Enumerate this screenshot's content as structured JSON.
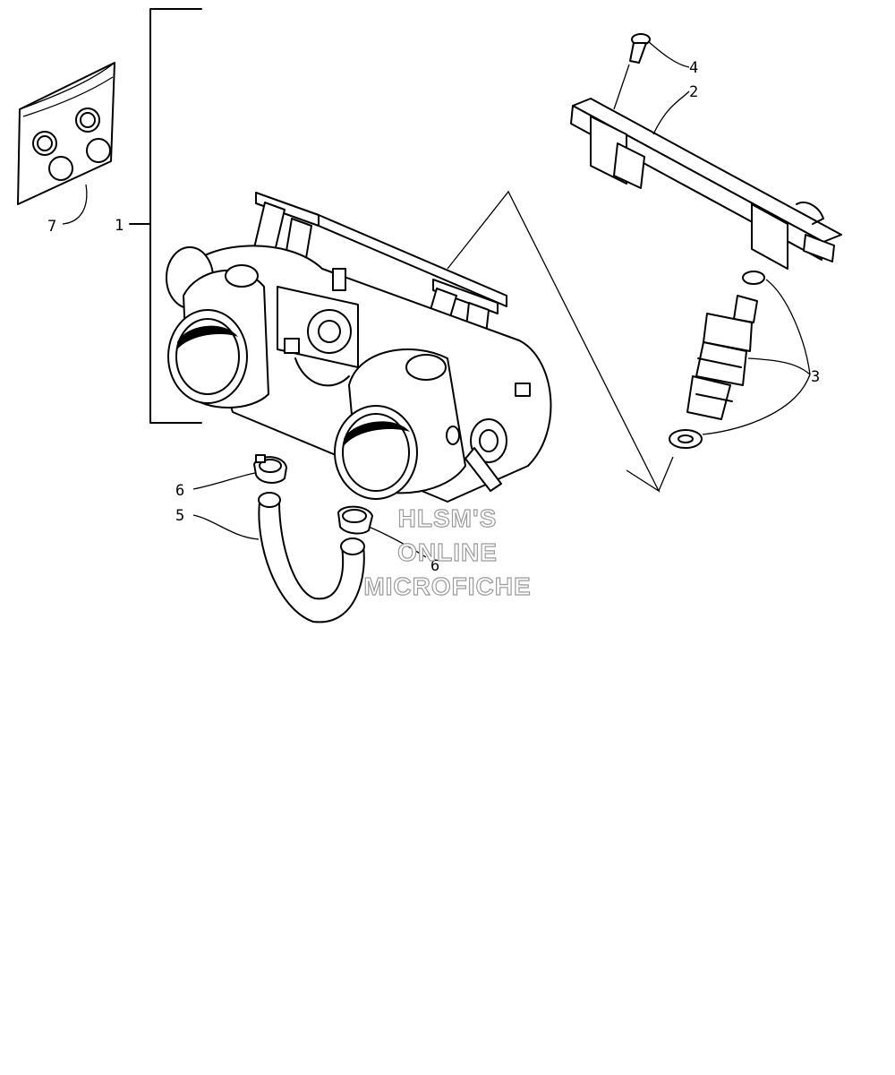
{
  "callouts": {
    "c1": "1",
    "c2": "2",
    "c3": "3",
    "c4": "4",
    "c5": "5",
    "c6a": "6",
    "c6b": "6",
    "c7": "7"
  },
  "watermark": {
    "line1": "HLSM'S",
    "line2": "ONLINE",
    "line3": "MICROFICHE"
  },
  "colors": {
    "ink": "#000000",
    "paper": "#ffffff",
    "watermark_outline": "#9a9a9a"
  }
}
